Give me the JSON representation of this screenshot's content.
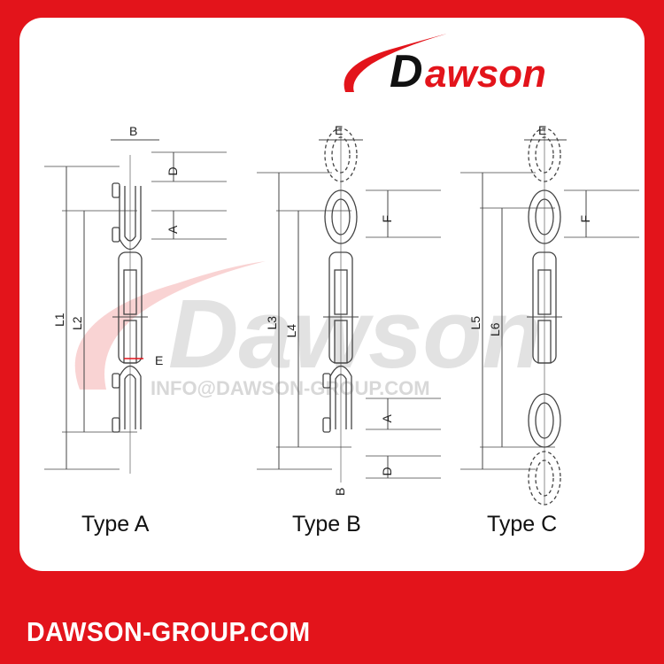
{
  "brand": {
    "logo_text": "Dawson",
    "watermark_text": "Dawson",
    "watermark_email": "INFO@DAWSON-GROUP.COM",
    "footer": "DAWSON-GROUP.COM"
  },
  "colors": {
    "brand_red": "#e3141b",
    "logo_black": "#111111",
    "line": "#444444",
    "watermark": "#d8d8d8"
  },
  "types": [
    {
      "label": "Type A",
      "dims": [
        "B",
        "D",
        "A",
        "L1",
        "L2",
        "E"
      ]
    },
    {
      "label": "Type B",
      "dims": [
        "E",
        "F",
        "L3",
        "L4",
        "A",
        "D",
        "B"
      ]
    },
    {
      "label": "Type C",
      "dims": [
        "E",
        "F",
        "L5",
        "L6"
      ]
    }
  ]
}
